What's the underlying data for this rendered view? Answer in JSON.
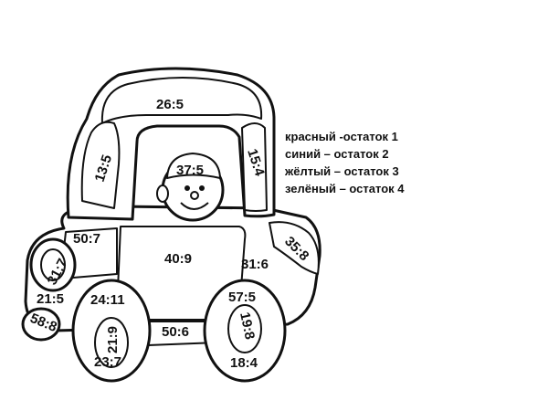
{
  "legend": [
    "красный -остаток 1",
    "синий – остаток 2",
    "жёлтый – остаток 3",
    "зелёный – остаток 4"
  ],
  "examples": {
    "roof": "26:5",
    "left_pillar": "13:5",
    "right_pillar": "15:4",
    "hat": "37:5",
    "left_fender": "50:7",
    "door": "40:9",
    "door_right": "31:6",
    "right_fender": "35:8",
    "headlight": "31:7",
    "left_lower": "21:5",
    "bumper": "58:8",
    "front_wheel_top": "24:11",
    "front_hub": "21:9",
    "front_wheel_bottom": "23:7",
    "sill": "50:6",
    "rear_wheel_top": "57:5",
    "rear_hub": "19:8",
    "rear_wheel_bottom": "18:4"
  }
}
